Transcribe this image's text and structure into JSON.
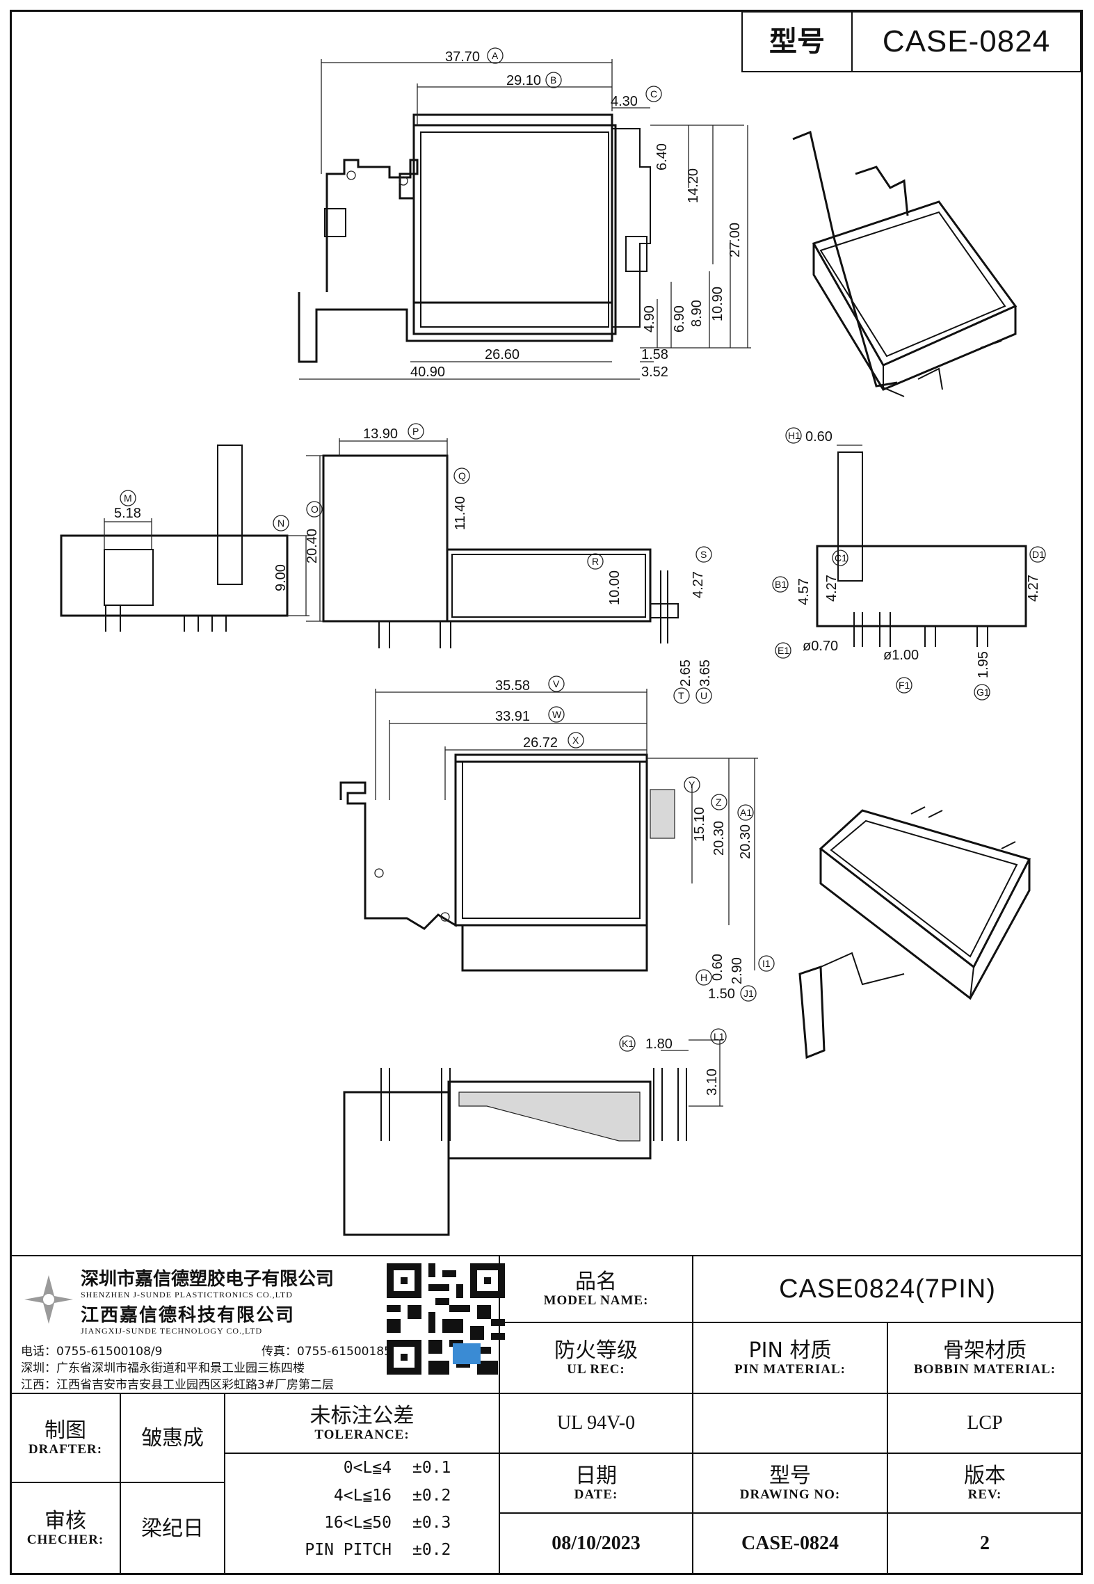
{
  "header": {
    "label_zh": "型号",
    "code": "CASE-0824"
  },
  "dimensions": {
    "A": "37.70",
    "B": "29.10",
    "C": "4.30",
    "M1": "6.40",
    "N1": "14.20",
    "D": "27.00",
    "E": "10.90",
    "F": "8.90",
    "G": "6.90",
    "H": "4.90",
    "I": "26.60",
    "J": "1.58",
    "K": "40.90",
    "L": "3.52",
    "M": "5.18",
    "N": "9.00",
    "O": "20.40",
    "P": "13.90",
    "Q": "11.40",
    "R": "10.00",
    "S": "4.27",
    "T": "2.65",
    "U": "3.65",
    "H1": "0.60",
    "B1": "4.57",
    "C1": "4.27",
    "D1": "4.27",
    "E1": "ø0.70",
    "F1": "ø1.00",
    "G1": "1.95",
    "V": "35.58",
    "W": "33.91",
    "X": "26.72",
    "Y": "15.10",
    "Z": "20.30",
    "A1": "20.30",
    "H2": "0.60",
    "I1": "2.90",
    "J1": "1.50",
    "K1": "1.80",
    "L1": "3.10"
  },
  "company": {
    "name_sz": "深圳市嘉信德塑胶电子有限公司",
    "name_sz_en": "SHENZHEN J-SUNDE PLASTICTRONICS CO.,LTD",
    "name_jx": "江西嘉信德科技有限公司",
    "name_jx_en": "JIANGXIJ-SUNDE TECHNOLOGY CO.,LTD",
    "phone": "电话：0755-61500108/9",
    "fax": "传真：0755-61500185",
    "addr_sz": "深圳：广东省深圳市福永街道和平和景工业园三栋四楼",
    "addr_jx": "江西：江西省吉安市吉安县工业园西区彩虹路3#厂房第二层"
  },
  "title_block": {
    "model_name_zh": "品名",
    "model_name_en": "MODEL NAME:",
    "model_name_value": "CASE0824(7PIN)",
    "ul_zh": "防火等级",
    "ul_en": "UL REC:",
    "ul_value": "UL 94V-0",
    "pin_zh": "PIN 材质",
    "pin_en": "PIN MATERIAL:",
    "pin_value": "",
    "bobbin_zh": "骨架材质",
    "bobbin_en": "BOBBIN MATERIAL:",
    "bobbin_value": "LCP",
    "drafter_zh": "制图",
    "drafter_en": "DRAFTER:",
    "drafter_name": "皱惠成",
    "checker_zh": "审核",
    "checker_en": "CHECHER:",
    "checker_name": "梁纪日",
    "tolerance_zh": "未标注公差",
    "tolerance_en": "TOLERANCE:",
    "tolerances": [
      {
        "range": "0<L≦4",
        "value": "±0.1"
      },
      {
        "range": "4<L≦16",
        "value": "±0.2"
      },
      {
        "range": "16<L≦50",
        "value": "±0.3"
      },
      {
        "range": "PIN PITCH",
        "value": "±0.2"
      }
    ],
    "date_zh": "日期",
    "date_en": "DATE:",
    "date_value": "08/10/2023",
    "drawing_zh": "型号",
    "drawing_en": "DRAWING NO:",
    "drawing_value": "CASE-0824",
    "rev_zh": "版本",
    "rev_en": "REV:",
    "rev_value": "2"
  }
}
